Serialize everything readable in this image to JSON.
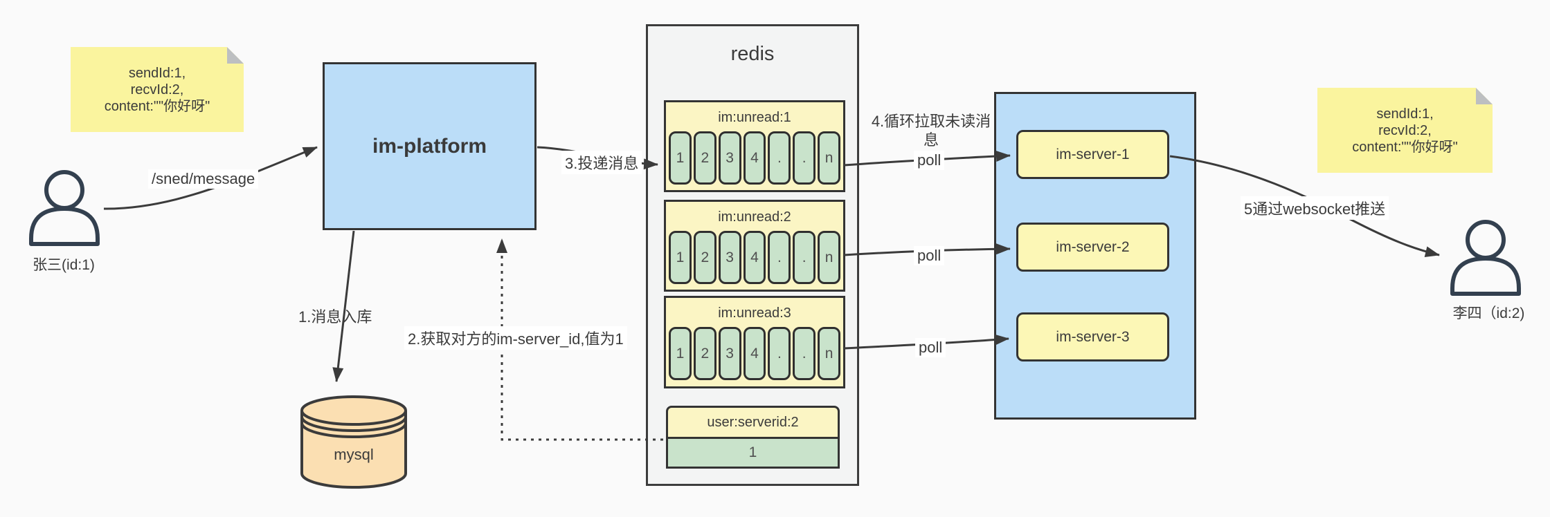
{
  "diagram": {
    "title": "im message delivery flow"
  },
  "colors": {
    "background": "#FAFAFA",
    "node_blue": "#BBDDF8",
    "note_yellow": "#FAF49E",
    "queue_yellow": "#FBF5C4",
    "server_yellow": "#FCF7B6",
    "cell_green": "#C9E3CB",
    "mysql_orange": "#FBDFB2",
    "redis_gray": "#F3F4F4",
    "stroke_dark": "#3B3B3B",
    "person_stroke": "#33404F"
  },
  "actors": {
    "sender": {
      "label": "张三(id:1)"
    },
    "receiver": {
      "label": "李四（id:2)"
    }
  },
  "notes": {
    "left": {
      "line1": "sendId:1,",
      "line2": "recvId:2,",
      "line3": "content:\"\"你好呀\""
    },
    "right": {
      "line1": "sendId:1,",
      "line2": "recvId:2,",
      "line3": "content:\"\"你好呀\""
    }
  },
  "platform": {
    "label": "im-platform"
  },
  "mysql": {
    "label": "mysql"
  },
  "redis": {
    "title": "redis",
    "queues": [
      {
        "title": "im:unread:1",
        "cells": [
          "1",
          "2",
          "3",
          "4",
          ".",
          ".",
          "n"
        ]
      },
      {
        "title": "im:unread:2",
        "cells": [
          "1",
          "2",
          "3",
          "4",
          ".",
          ".",
          "n"
        ]
      },
      {
        "title": "im:unread:3",
        "cells": [
          "1",
          "2",
          "3",
          "4",
          ".",
          ".",
          "n"
        ]
      }
    ],
    "server_map": {
      "title": "user:serverid:2",
      "value": "1"
    }
  },
  "server_cluster": {
    "servers": [
      {
        "label": "im-server-1"
      },
      {
        "label": "im-server-2"
      },
      {
        "label": "im-server-3"
      }
    ]
  },
  "edges": {
    "send": "/sned/message",
    "store": "1.消息入库",
    "lookup": "2.获取对方的im-server_id,值为1",
    "deliver": "3.投递消息",
    "pull": "4.循环拉取未读消息",
    "poll_1": "poll",
    "poll_2": "poll",
    "poll_3": "poll",
    "push": "5通过websocket推送"
  }
}
